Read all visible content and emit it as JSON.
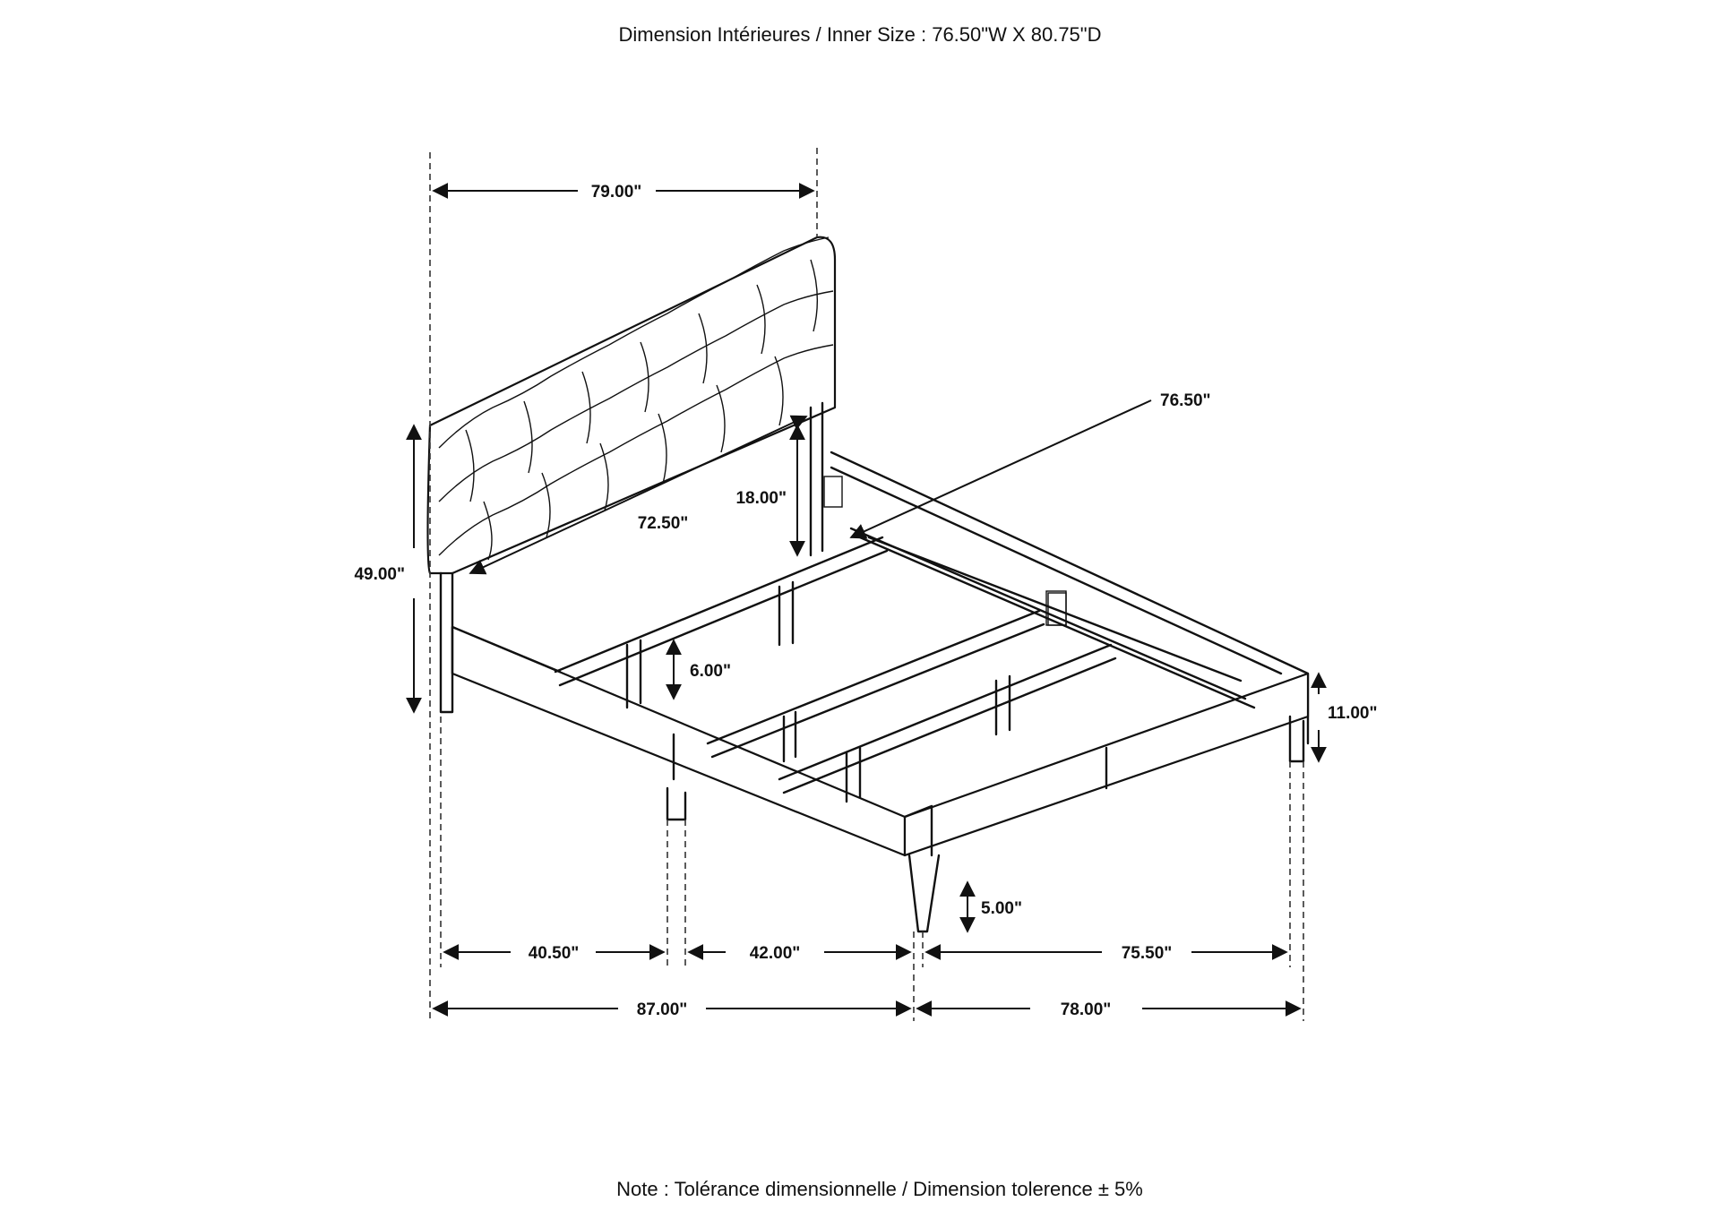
{
  "header": {
    "inner_size": "Dimension Intérieures / Inner Size : 76.50\"W X 80.75\"D"
  },
  "footer": {
    "note": "Note : Tolérance dimensionnelle / Dimension tolerence  ± 5%"
  },
  "dimensions": {
    "headboard_width": "79.00\"",
    "headboard_inner_width": "72.50\"",
    "inner_width": "76.50\"",
    "headboard_panel_height": "18.00\"",
    "overall_height": "49.00\"",
    "rail_height": "6.00\"",
    "side_rail_height": "11.00\"",
    "leg_height": "5.00\"",
    "half_depth_back": "40.50\"",
    "half_depth_front": "42.00\"",
    "front_inner_width": "75.50\"",
    "overall_depth": "87.00\"",
    "overall_width": "78.00\""
  }
}
